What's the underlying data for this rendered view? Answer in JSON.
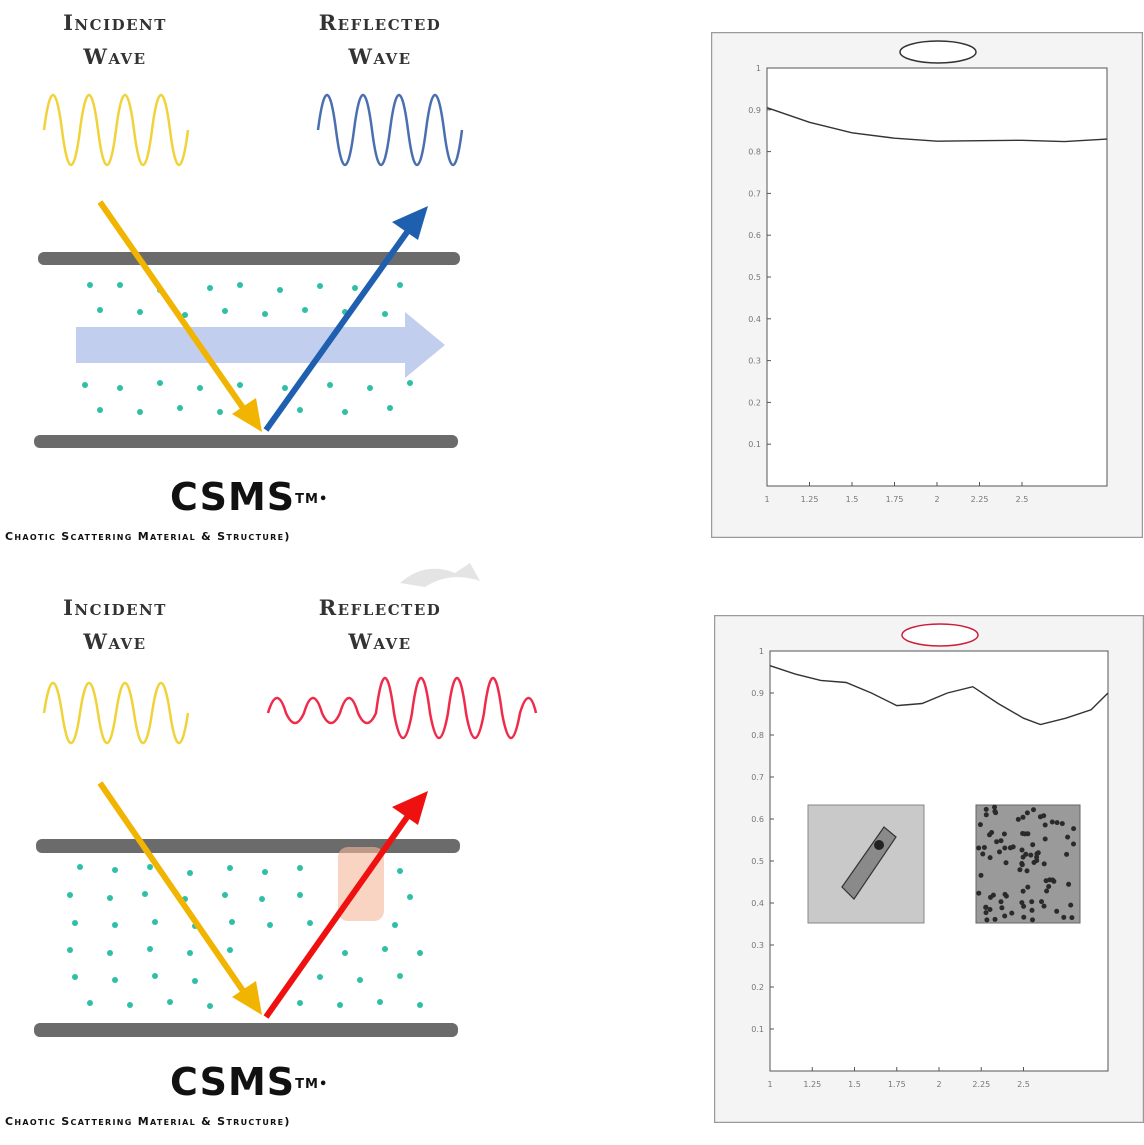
{
  "panels": [
    {
      "incident_label": [
        "Incident",
        "Wave"
      ],
      "reflected_label": [
        "Reflected",
        "Wave"
      ],
      "logo": "CSMS",
      "logo_mark": "TM•",
      "subtitle": "Chaotic Scattering Material & Structure)",
      "colors": {
        "incident_wave": "#f0d23a",
        "reflected_wave": "#4a6fb0",
        "incident_arrow": "#f1b400",
        "reflected_arrow": "#1f5fb0",
        "particles": "#2fbfa6",
        "flow_arrow": "#b6c6ea",
        "plates": "#6b6b6b"
      }
    },
    {
      "incident_label": [
        "Incident",
        "Wave"
      ],
      "reflected_label": [
        "Reflected",
        "Wave"
      ],
      "logo": "CSMS",
      "logo_mark": "TM•",
      "subtitle": "Chaotic Scattering Material & Structure)",
      "colors": {
        "incident_wave": "#f0d23a",
        "reflected_wave": "#f02a4a",
        "incident_arrow": "#f1b400",
        "reflected_arrow": "#ef1010",
        "particles": "#2fbfa6",
        "plates": "#6b6b6b"
      }
    }
  ],
  "chart_data": [
    {
      "type": "line",
      "legend": "",
      "legend_color": "#333333",
      "ylim": [
        0,
        1
      ],
      "x": [
        1,
        1.25,
        1.5,
        1.75,
        2,
        2.25,
        2.5,
        2.75,
        3
      ],
      "y": [
        0.905,
        0.87,
        0.845,
        0.832,
        0.825,
        0.826,
        0.827,
        0.824,
        0.83
      ],
      "x_ticks": [
        "1",
        "1.25",
        "1.5",
        "1.75",
        "2",
        "2.25",
        "2.5"
      ],
      "y_ticks": [
        "0.1",
        "0.2",
        "0.3",
        "0.4",
        "0.5",
        "0.6",
        "0.7",
        "0.8",
        "0.9",
        "1"
      ]
    },
    {
      "type": "line",
      "legend": "",
      "legend_color": "#cc1f3a",
      "ylim": [
        0,
        1
      ],
      "x": [
        1,
        1.15,
        1.3,
        1.45,
        1.6,
        1.75,
        1.9,
        2.05,
        2.2,
        2.35,
        2.5,
        2.6,
        2.75,
        2.9,
        3
      ],
      "y": [
        0.965,
        0.945,
        0.93,
        0.925,
        0.9,
        0.87,
        0.875,
        0.9,
        0.915,
        0.875,
        0.84,
        0.825,
        0.84,
        0.86,
        0.9
      ],
      "x_ticks": [
        "1",
        "1.25",
        "1.5",
        "1.75",
        "2",
        "2.25",
        "2.5"
      ],
      "y_ticks": [
        "0.1",
        "0.2",
        "0.3",
        "0.4",
        "0.5",
        "0.6",
        "0.7",
        "0.8",
        "0.9",
        "1"
      ],
      "insets": 2
    }
  ]
}
